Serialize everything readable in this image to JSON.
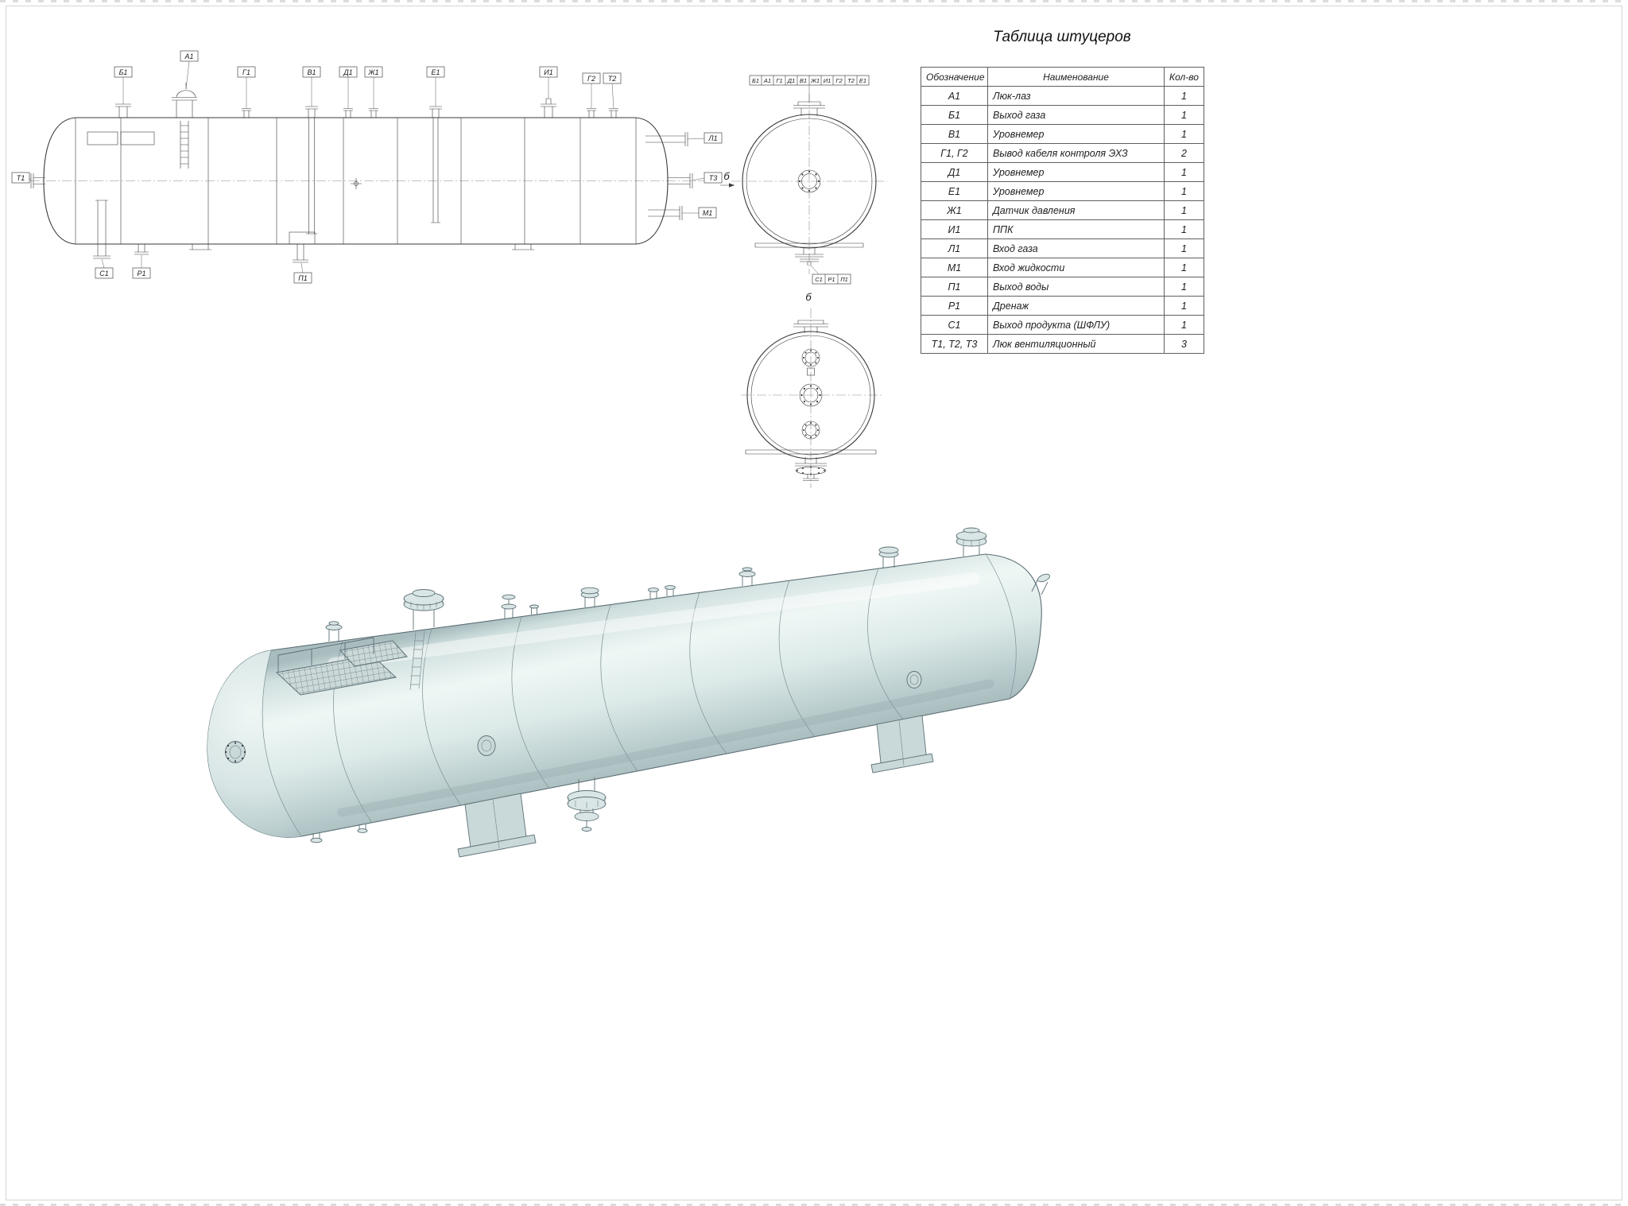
{
  "table": {
    "title": "Таблица штуцеров",
    "headers": {
      "code": "Обозначение",
      "name": "Наименование",
      "qty": "Кол-во"
    },
    "rows": [
      {
        "code": "А1",
        "name": "Люк-лаз",
        "qty": "1"
      },
      {
        "code": "Б1",
        "name": "Выход газа",
        "qty": "1"
      },
      {
        "code": "В1",
        "name": "Уровнемер",
        "qty": "1"
      },
      {
        "code": "Г1, Г2",
        "name": "Вывод кабеля контроля ЭХЗ",
        "qty": "2"
      },
      {
        "code": "Д1",
        "name": "Уровнемер",
        "qty": "1"
      },
      {
        "code": "Е1",
        "name": "Уровнемер",
        "qty": "1"
      },
      {
        "code": "Ж1",
        "name": "Датчик давления",
        "qty": "1"
      },
      {
        "code": "И1",
        "name": "ППК",
        "qty": "1"
      },
      {
        "code": "Л1",
        "name": "Вход газа",
        "qty": "1"
      },
      {
        "code": "М1",
        "name": "Вход жидкости",
        "qty": "1"
      },
      {
        "code": "П1",
        "name": "Выход воды",
        "qty": "1"
      },
      {
        "code": "Р1",
        "name": "Дренаж",
        "qty": "1"
      },
      {
        "code": "С1",
        "name": "Выход продукта (ШФЛУ)",
        "qty": "1"
      },
      {
        "code": "Т1, Т2, Т3",
        "name": "Люк вентиляционный",
        "qty": "3"
      }
    ]
  },
  "side_view": {
    "labels": {
      "b1": "Б1",
      "a1": "А1",
      "g1": "Г1",
      "v1": "В1",
      "d1": "Д1",
      "zh1": "Ж1",
      "e1": "Е1",
      "i1": "И1",
      "g2": "Г2",
      "t2": "Т2",
      "t1": "Т1",
      "l1": "Л1",
      "t3": "Т3",
      "m1": "М1",
      "s1": "С1",
      "r1": "Р1",
      "p1": "П1"
    },
    "view_arrow": "б"
  },
  "end_view_a": {
    "top_strip": [
      "Б1",
      "А1",
      "Г1",
      "Д1",
      "В1",
      "Ж1",
      "И1",
      "Г2",
      "Т2",
      "Е1"
    ],
    "bottom_strip": [
      "С1",
      "Р1",
      "П1"
    ]
  },
  "end_view_b": {
    "title": "б"
  },
  "colors": {
    "vessel_body": "#d9e6e5",
    "vessel_outline": "#5d7076",
    "line": "#3a3a3a"
  }
}
